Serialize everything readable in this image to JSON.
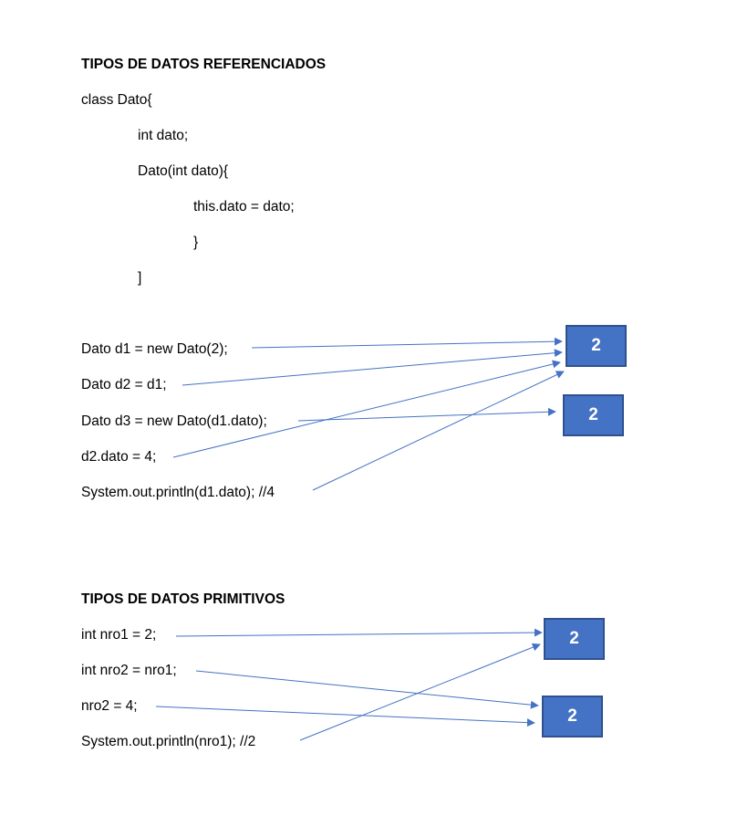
{
  "referenced": {
    "title": "TIPOS DE DATOS REFERENCIADOS",
    "code": [
      "class Dato{",
      "int dato;",
      "Dato(int dato){",
      "this.dato = dato;",
      "}",
      "]"
    ],
    "statements": [
      "Dato d1 = new Dato(2);",
      "Dato d2 = d1;",
      "Dato d3 = new Dato(d1.dato);",
      "d2.dato = 4;",
      "System.out.println(d1.dato); //4"
    ],
    "boxes": [
      "2",
      "2"
    ]
  },
  "primitive": {
    "title": "TIPOS DE DATOS PRIMITIVOS",
    "statements": [
      "int nro1 = 2;",
      "int nro2 = nro1;",
      "nro2 = 4;",
      "System.out.println(nro1); //2"
    ],
    "boxes": [
      "2",
      "2"
    ]
  },
  "colors": {
    "box_fill": "#4472c4",
    "box_border": "#2f528f",
    "arrow": "#4472c4"
  }
}
